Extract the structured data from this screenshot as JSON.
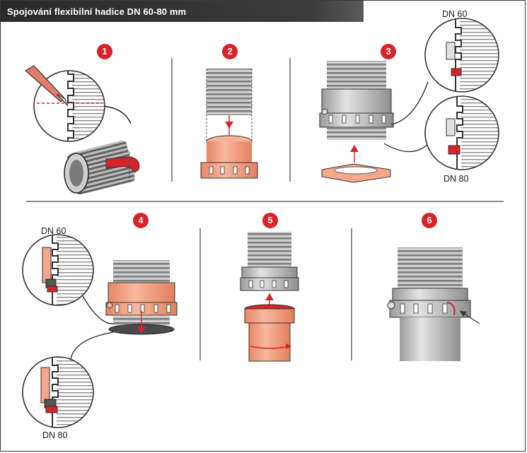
{
  "header": {
    "title": "Spojování flexibilní hadice DN 60-80 mm"
  },
  "steps": [
    {
      "number": "1"
    },
    {
      "number": "2"
    },
    {
      "number": "3"
    },
    {
      "number": "4"
    },
    {
      "number": "5"
    },
    {
      "number": "6"
    }
  ],
  "labels": {
    "step3_top": "DN 60",
    "step3_bottom": "DN 80",
    "step4_top": "DN 60",
    "step4_bottom": "DN 80"
  },
  "colors": {
    "header_bg": "#2e2e2e",
    "accent": "#d8232a",
    "coupling": "#f4a78a",
    "pipe": "#d4d4d4"
  }
}
